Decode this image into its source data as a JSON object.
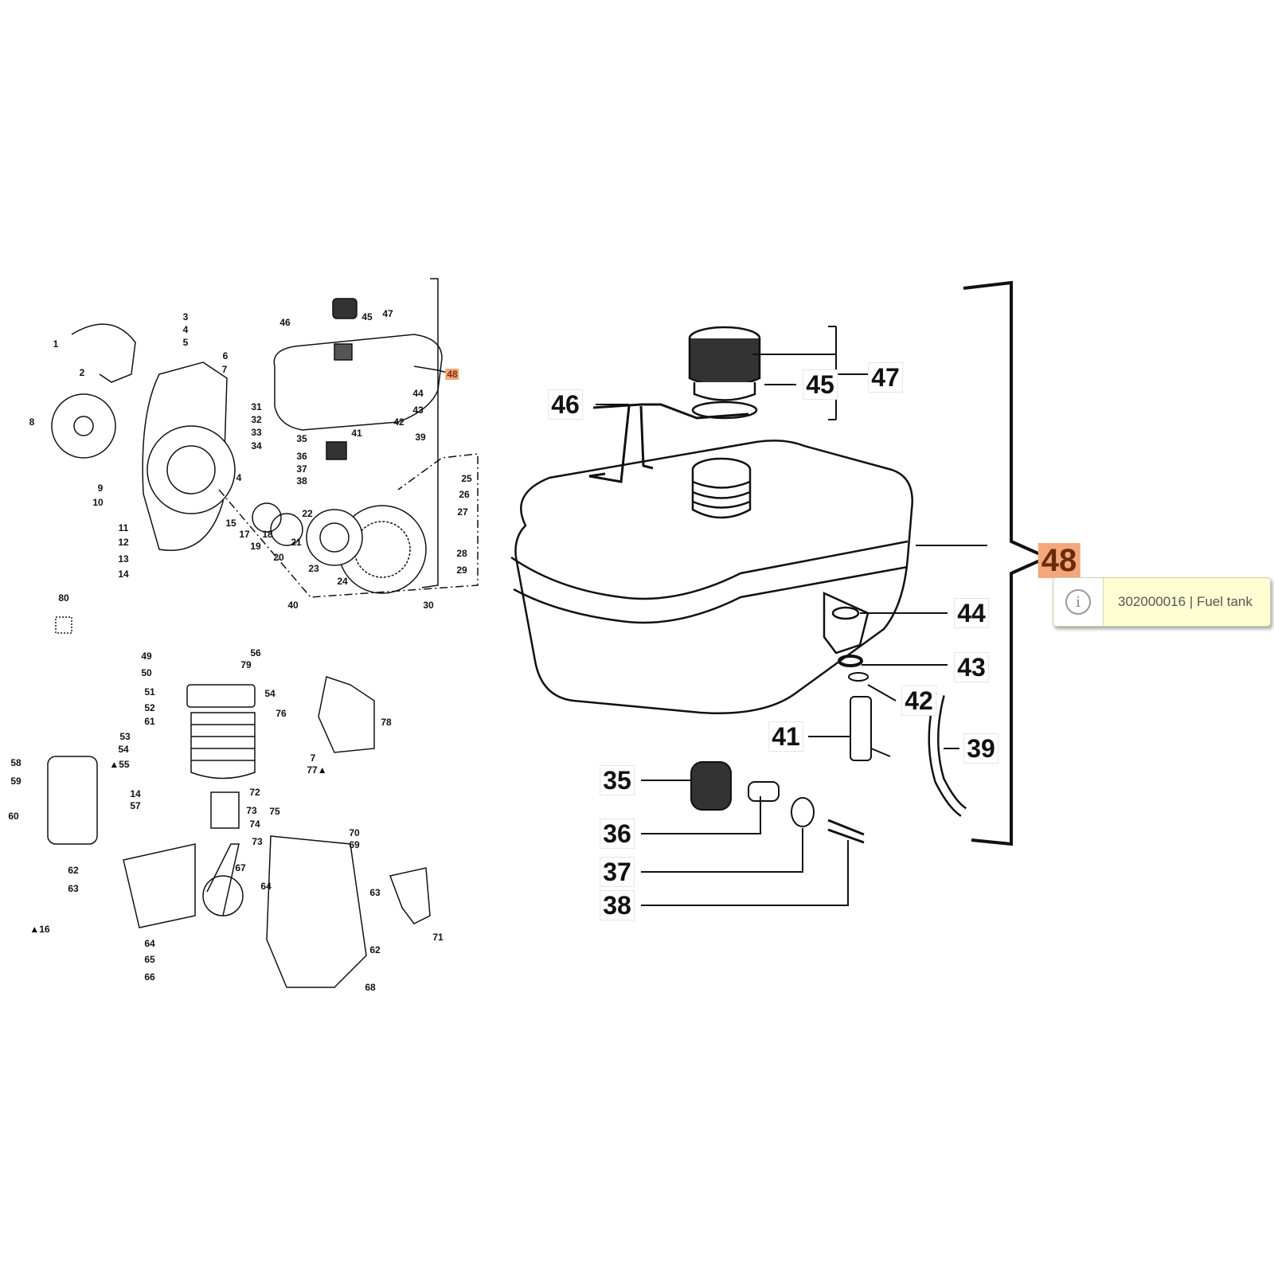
{
  "left_diagram": {
    "labels": [
      "1",
      "2",
      "3",
      "4",
      "5",
      "6",
      "7",
      "8",
      "9",
      "10",
      "11",
      "12",
      "13",
      "14",
      "31",
      "32",
      "33",
      "34",
      "35",
      "36",
      "37",
      "38",
      "39",
      "40",
      "41",
      "42",
      "43",
      "44",
      "45",
      "46",
      "47",
      "48",
      "4",
      "15",
      "17",
      "18",
      "19",
      "20",
      "21",
      "22",
      "23",
      "24",
      "25",
      "26",
      "27",
      "28",
      "29",
      "30",
      "80",
      "49",
      "50",
      "51",
      "52",
      "61",
      "53",
      "54",
      "▲55",
      "56",
      "79",
      "54",
      "76",
      "78",
      "7",
      "77▲",
      "58",
      "59",
      "60",
      "14",
      "57",
      "72",
      "73",
      "75",
      "74",
      "73",
      "70",
      "69",
      "67",
      "62",
      "63",
      "64",
      "63",
      "71",
      "▲16",
      "64",
      "65",
      "66",
      "62",
      "68"
    ],
    "highlighted": "48"
  },
  "right_diagram": {
    "labels": [
      "46",
      "45",
      "47",
      "44",
      "43",
      "42",
      "41",
      "39",
      "35",
      "36",
      "37",
      "38"
    ],
    "highlighted": "48"
  },
  "tooltip": {
    "icon": "info-icon",
    "text": "302000016 | Fuel tank"
  },
  "colors": {
    "highlight": "#f3a77a",
    "tooltip_bg": "#fffed2"
  }
}
